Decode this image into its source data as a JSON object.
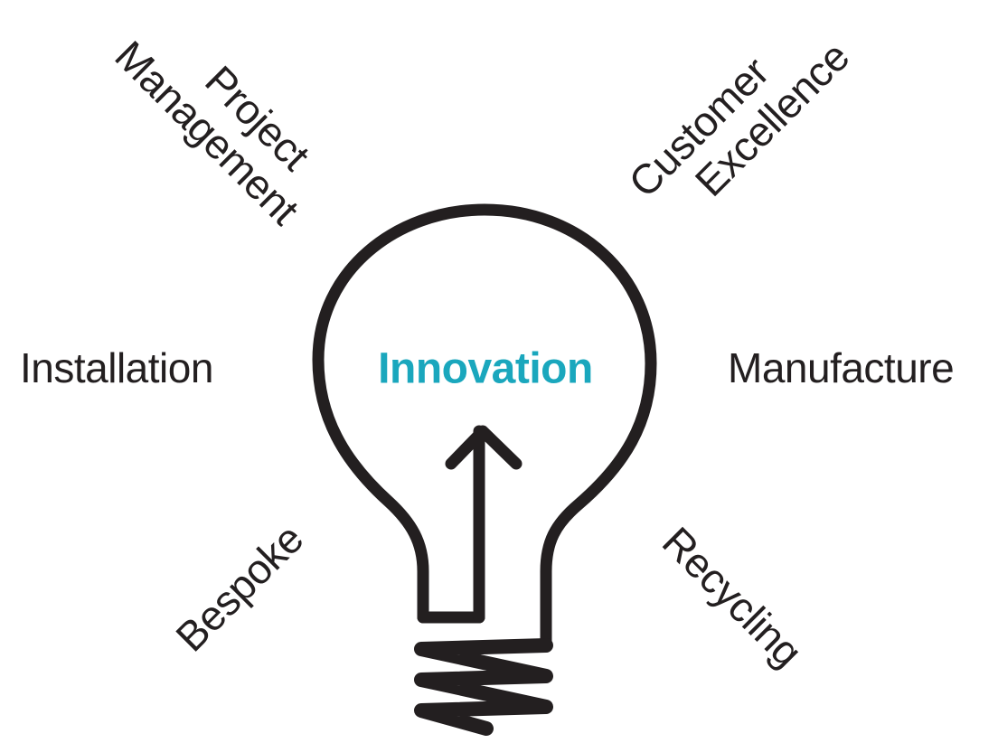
{
  "center": {
    "text": "Innovation",
    "color": "#1aa7bd"
  },
  "labels": {
    "project_management": [
      "Project",
      "Management"
    ],
    "customer_excellence": [
      "Customer",
      "Excellence"
    ],
    "installation": "Installation",
    "manufacture": "Manufacture",
    "bespoke": "Bespoke",
    "recycling": "Recycling"
  },
  "colors": {
    "text": "#231f20",
    "stroke": "#231f20",
    "accent": "#1aa7bd"
  },
  "icons": {
    "bulb": "lightbulb-icon",
    "arrow": "arrow-up-icon"
  }
}
